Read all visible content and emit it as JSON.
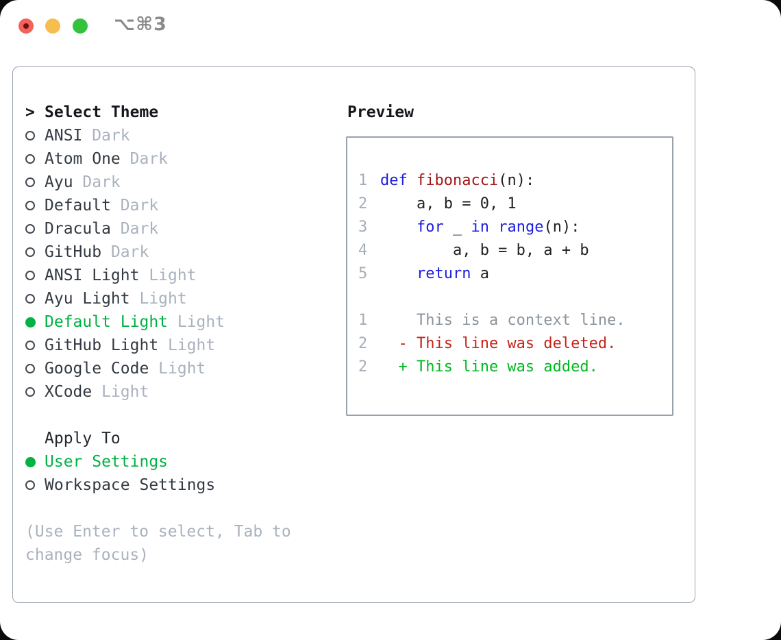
{
  "window": {
    "shortcut_label": "⌥⌘3",
    "traffic_lights": [
      {
        "name": "close",
        "color": "#f0625a"
      },
      {
        "name": "minimize",
        "color": "#f6bd4f"
      },
      {
        "name": "maximize",
        "color": "#34c23d"
      }
    ]
  },
  "theme_list": {
    "header_prefix": ">",
    "header": "Select Theme",
    "items": [
      {
        "name": "ANSI",
        "tag": "Dark",
        "selected": false
      },
      {
        "name": "Atom One",
        "tag": "Dark",
        "selected": false
      },
      {
        "name": "Ayu",
        "tag": "Dark",
        "selected": false
      },
      {
        "name": "Default",
        "tag": "Dark",
        "selected": false
      },
      {
        "name": "Dracula",
        "tag": "Dark",
        "selected": false
      },
      {
        "name": "GitHub",
        "tag": "Dark",
        "selected": false
      },
      {
        "name": "ANSI Light",
        "tag": "Light",
        "selected": false
      },
      {
        "name": "Ayu Light",
        "tag": "Light",
        "selected": false
      },
      {
        "name": "Default Light",
        "tag": "Light",
        "selected": true
      },
      {
        "name": "GitHub Light",
        "tag": "Light",
        "selected": false
      },
      {
        "name": "Google Code",
        "tag": "Light",
        "selected": false
      },
      {
        "name": "XCode",
        "tag": "Light",
        "selected": false
      }
    ]
  },
  "apply_to": {
    "header": "Apply To",
    "options": [
      {
        "label": "User Settings",
        "selected": true
      },
      {
        "label": "Workspace Settings",
        "selected": false
      }
    ]
  },
  "help_text": "(Use Enter to select, Tab to change focus)",
  "preview": {
    "title": "Preview",
    "lines": [
      {
        "type": "code",
        "num": "1",
        "tokens": [
          {
            "t": "def",
            "c": "kw"
          },
          {
            "t": " ",
            "c": "pl"
          },
          {
            "t": "fibonacci",
            "c": "fn"
          },
          {
            "t": "(n):",
            "c": "pl"
          }
        ]
      },
      {
        "type": "code",
        "num": "2",
        "tokens": [
          {
            "t": "    a, b = 0, 1",
            "c": "pl"
          }
        ]
      },
      {
        "type": "code",
        "num": "3",
        "tokens": [
          {
            "t": "    ",
            "c": "pl"
          },
          {
            "t": "for",
            "c": "kw"
          },
          {
            "t": " _ ",
            "c": "pl"
          },
          {
            "t": "in",
            "c": "kw"
          },
          {
            "t": " ",
            "c": "pl"
          },
          {
            "t": "range",
            "c": "kw"
          },
          {
            "t": "(n):",
            "c": "pl"
          }
        ]
      },
      {
        "type": "code",
        "num": "4",
        "tokens": [
          {
            "t": "        a, b = b, a + b",
            "c": "pl"
          }
        ]
      },
      {
        "type": "code",
        "num": "5",
        "tokens": [
          {
            "t": "    ",
            "c": "pl"
          },
          {
            "t": "return",
            "c": "kw"
          },
          {
            "t": " a",
            "c": "pl"
          }
        ]
      },
      {
        "type": "blank"
      },
      {
        "type": "context",
        "num": "1",
        "text": "    This is a context line."
      },
      {
        "type": "deleted",
        "num": "2",
        "text": "  - This line was deleted."
      },
      {
        "type": "added",
        "num": "2",
        "text": "  + This line was added."
      }
    ]
  },
  "colors": {
    "accent_green": "#00b244",
    "keyword_blue": "#1d1de1",
    "function_red": "#a31515",
    "plain_code": "#1f1f1f",
    "diff_deleted_red": "#c7231a",
    "diff_added_green": "#00b81f",
    "context_gray": "#8b939c",
    "line_number_gray": "#a4adb8",
    "muted_gray": "#a9b2bd",
    "border_gray": "#98a2ad"
  }
}
